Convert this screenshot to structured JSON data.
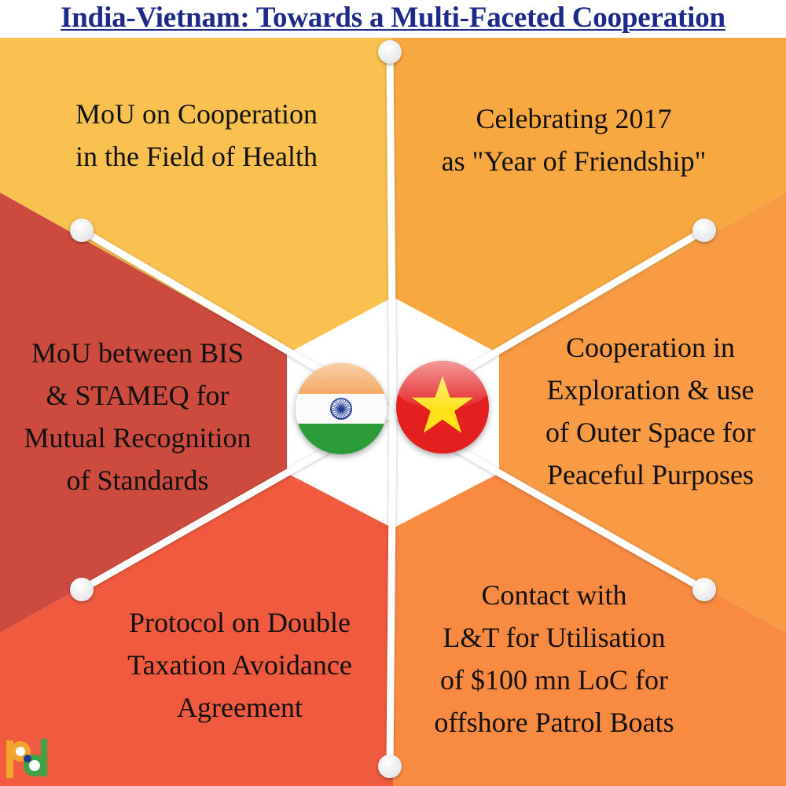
{
  "title": "India-Vietnam: Towards a Multi-Faceted Cooperation",
  "segments": [
    {
      "id": "top-left",
      "lines": [
        "MoU on Cooperation",
        "in the Field of Health"
      ]
    },
    {
      "id": "top-right",
      "lines": [
        "Celebrating 2017",
        "as \"Year of Friendship\""
      ]
    },
    {
      "id": "left",
      "lines": [
        "MoU between BIS",
        "& STAMEQ for",
        "Mutual Recognition",
        "of Standards"
      ]
    },
    {
      "id": "right",
      "lines": [
        "Cooperation in",
        "Exploration & use",
        "of Outer Space for",
        "Peaceful Purposes"
      ]
    },
    {
      "id": "bottom-left",
      "lines": [
        "Protocol on Double",
        "Taxation Avoidance",
        "Agreement"
      ]
    },
    {
      "id": "bottom-right",
      "lines": [
        "Contact with",
        "L&T for Utilisation",
        "of $100 mn LoC for",
        "offshore Patrol Boats"
      ]
    }
  ],
  "flags": [
    {
      "country": "India",
      "icon": "india-flag-icon"
    },
    {
      "country": "Vietnam",
      "icon": "vietnam-flag-icon"
    }
  ],
  "logo_icon": "pd-logo-icon",
  "colors": {
    "title": "#1d2a8a",
    "top_left": "#f9c150",
    "top_right": "#f8a840",
    "left": "#cd4a3e",
    "right": "#f99a45",
    "bottom_left": "#f05a3e",
    "bottom_right": "#f98a42",
    "center": "#ffffff",
    "spoke": "#ffffff"
  }
}
